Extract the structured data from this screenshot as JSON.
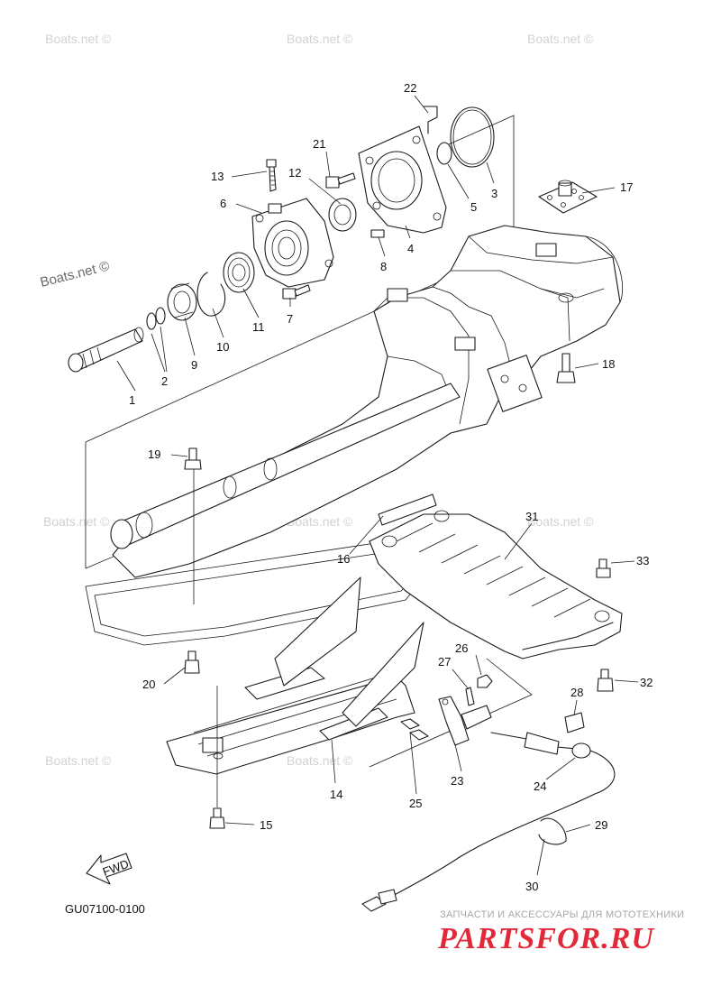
{
  "diagram_code": "GU07100-0100",
  "fwd_label": "FWD",
  "watermark_text": "Boats.net ©",
  "banner": {
    "subtitle": "ЗАПЧАСТИ И АКСЕССУАРЫ ДЛЯ МОТОТЕХНИКИ",
    "logo": "PARTSFOR.RU",
    "logo_color": "#e02a3a"
  },
  "callouts": [
    "1",
    "2",
    "3",
    "4",
    "5",
    "6",
    "7",
    "8",
    "9",
    "10",
    "11",
    "12",
    "13",
    "14",
    "15",
    "16",
    "17",
    "18",
    "19",
    "20",
    "21",
    "22",
    "23",
    "24",
    "25",
    "26",
    "27",
    "28",
    "29",
    "30",
    "31",
    "32",
    "33"
  ]
}
